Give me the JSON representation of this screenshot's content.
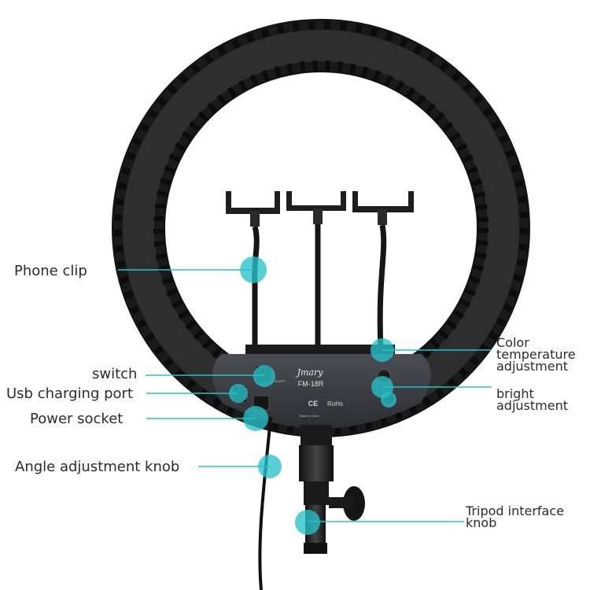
{
  "product": {
    "brand": "Jmary",
    "model": "FM-18R",
    "switch_text": "ON/OFF",
    "ce_mark": "CE",
    "rohs_mark": "RoHs",
    "made_in": "Made in china"
  },
  "callouts": {
    "phone_clip": "Phone clip",
    "switch": "switch",
    "usb_port": "Usb charging port",
    "power_socket": "Power socket",
    "angle_knob": "Angle adjustment knob",
    "color_temp_line1": "Color",
    "color_temp_line2": "temperature",
    "color_temp_line3": "adjustment",
    "bright_line1": "bright",
    "bright_line2": "adjustment",
    "tripod_line1": "Tripod interface",
    "tripod_line2": "knob"
  },
  "colors": {
    "accent": "#27c2c9",
    "ring": "#1c1c1c",
    "panel": "#3a3d42",
    "text": "#2b2b2b"
  }
}
